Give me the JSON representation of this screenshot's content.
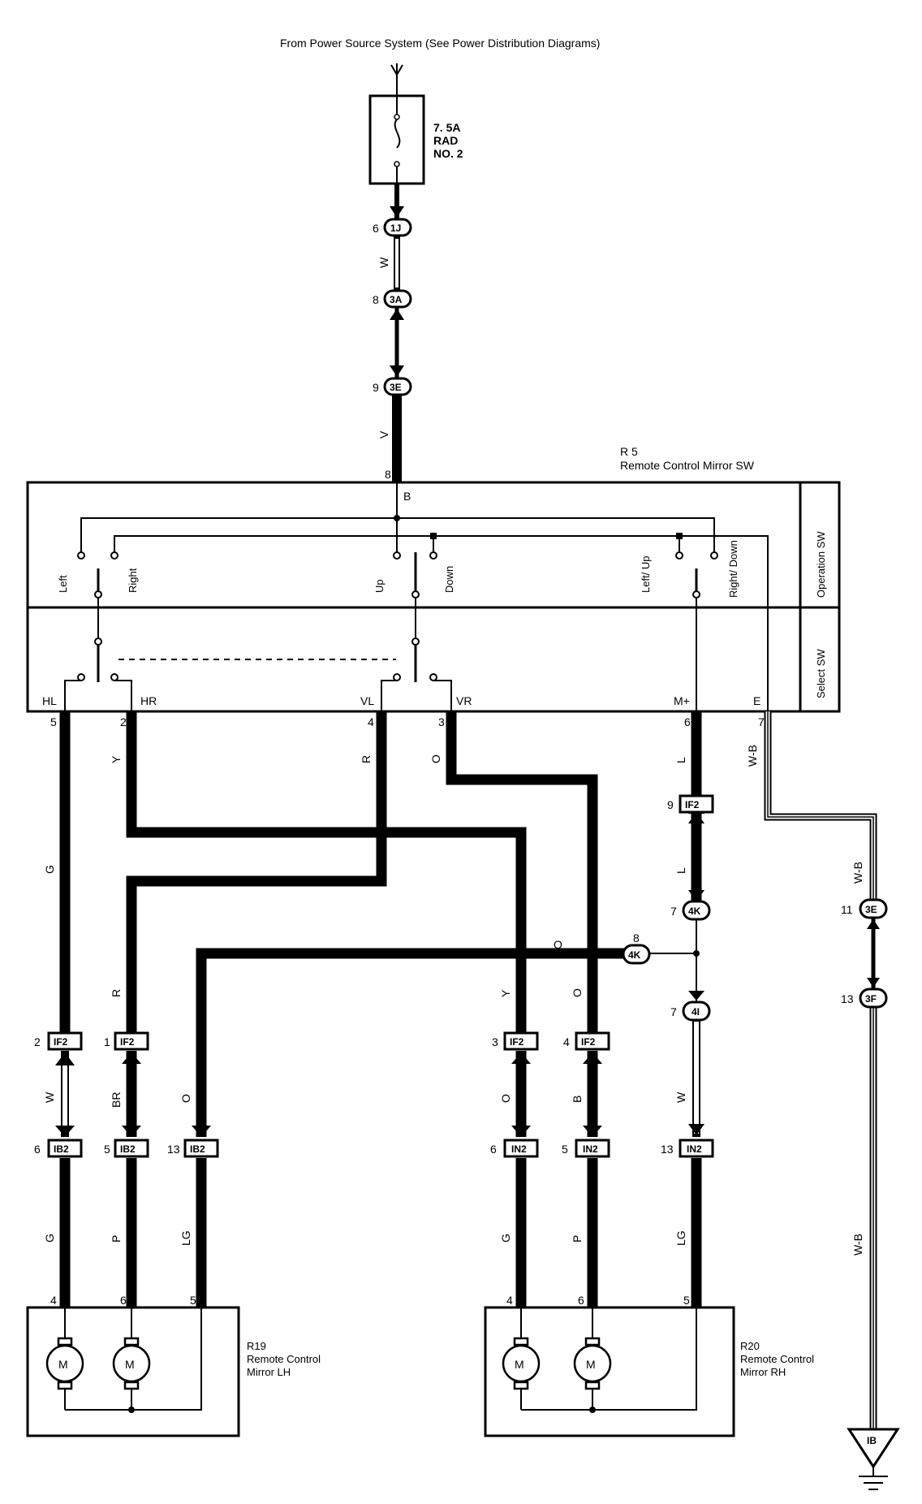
{
  "source_caption": "From Power Source System (See Power Distribution Diagrams)",
  "fuse": {
    "line1": "7. 5A",
    "line2": "RAD",
    "line3": "NO. 2"
  },
  "switch": {
    "id": "R 5",
    "name": "Remote Control Mirror SW",
    "operation_label": "Operation SW",
    "select_label": "Select SW",
    "pin_b": "B",
    "positions": [
      "Left",
      "Right",
      "Up",
      "Down",
      "Left/ Up",
      "Right/ Down"
    ],
    "terminals": [
      "HL",
      "HR",
      "VL",
      "VR",
      "M+",
      "E"
    ]
  },
  "connectors": [
    {
      "id": "1J",
      "pin": "6"
    },
    {
      "id": "3A",
      "pin": "8"
    },
    {
      "id": "3E",
      "pin": "9"
    },
    {
      "id": "IF2",
      "pin": "9"
    },
    {
      "id": "4K",
      "pin": "7"
    },
    {
      "id": "4K",
      "pin": "8"
    },
    {
      "id": "4I",
      "pin": "7"
    },
    {
      "id": "3E",
      "pin": "11"
    },
    {
      "id": "3F",
      "pin": "13"
    },
    {
      "id": "IF2",
      "pin": "2"
    },
    {
      "id": "IF2",
      "pin": "1"
    },
    {
      "id": "IF2",
      "pin": "3"
    },
    {
      "id": "IF2",
      "pin": "4"
    },
    {
      "id": "IB2",
      "pin": "6"
    },
    {
      "id": "IB2",
      "pin": "5"
    },
    {
      "id": "IB2",
      "pin": "13"
    },
    {
      "id": "IN2",
      "pin": "6"
    },
    {
      "id": "IN2",
      "pin": "5"
    },
    {
      "id": "IN2",
      "pin": "13"
    }
  ],
  "switch_pins": [
    "8",
    "5",
    "2",
    "4",
    "3",
    "6",
    "7"
  ],
  "wire_colors": [
    "W",
    "V",
    "G",
    "Y",
    "R",
    "O",
    "L",
    "W-B",
    "W",
    "BR",
    "O",
    "O",
    "B",
    "W",
    "G",
    "P",
    "LG",
    "G",
    "P",
    "LG",
    "W-B",
    "O",
    "Y",
    "O",
    "R",
    "L"
  ],
  "mirror_lh": {
    "id": "R19",
    "line1": "Remote Control",
    "line2": "Mirror LH",
    "pins": [
      "4",
      "6",
      "5"
    ],
    "motor_label": "M"
  },
  "mirror_rh": {
    "id": "R20",
    "line1": "Remote Control",
    "line2": "Mirror RH",
    "pins": [
      "4",
      "6",
      "5"
    ],
    "motor_label": "M"
  },
  "ground": {
    "id": "IB"
  }
}
